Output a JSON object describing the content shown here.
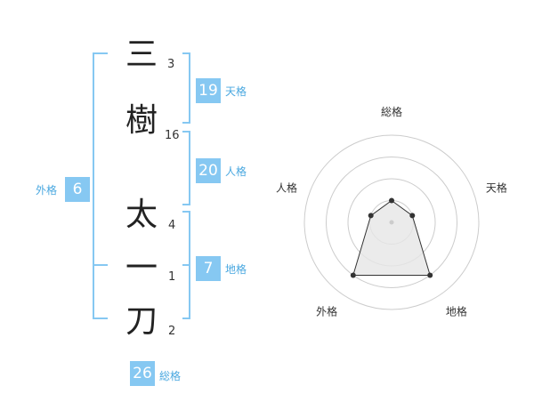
{
  "name": {
    "characters": [
      {
        "char": "三",
        "strokes": "3"
      },
      {
        "char": "樹",
        "strokes": "16"
      },
      {
        "char": "太",
        "strokes": "4"
      },
      {
        "char": "一",
        "strokes": "1"
      },
      {
        "char": "刀",
        "strokes": "2"
      }
    ]
  },
  "fortunes": {
    "tenkaku": {
      "value": "19",
      "label": "天格"
    },
    "jinkaku": {
      "value": "20",
      "label": "人格"
    },
    "chikaku": {
      "value": "7",
      "label": "地格"
    },
    "gaikaku": {
      "value": "6",
      "label": "外格"
    },
    "soukaku": {
      "value": "26",
      "label": "総格"
    }
  },
  "radar": {
    "axes": [
      "総格",
      "天格",
      "地格",
      "外格",
      "人格"
    ],
    "values": [
      0.25,
      0.25,
      0.75,
      0.75,
      0.25
    ],
    "rings": 4
  },
  "colors": {
    "accent": "#86c8f2",
    "bracket": "#86c8f2",
    "radarFill": "#e6e6e6"
  }
}
